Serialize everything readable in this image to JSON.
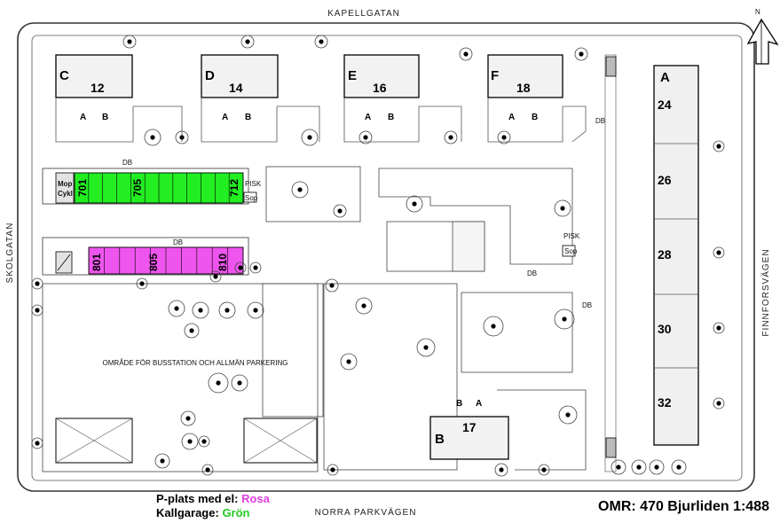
{
  "streets": {
    "north": "KAPELLGATAN",
    "west": "SKOLGATAN",
    "east": "FINNFORSVÄGEN",
    "south": "NORRA PARKVÄGEN"
  },
  "compass": {
    "label": "N"
  },
  "buildings": [
    {
      "letter": "C",
      "number": "12"
    },
    {
      "letter": "D",
      "number": "14"
    },
    {
      "letter": "E",
      "number": "16"
    },
    {
      "letter": "F",
      "number": "18"
    },
    {
      "letter": "B",
      "number": "17"
    }
  ],
  "building_a": {
    "letter": "A",
    "sections": [
      "24",
      "26",
      "28",
      "30",
      "32"
    ]
  },
  "entrance_labels": {
    "a": "A",
    "b": "B"
  },
  "garage_row": {
    "labels": [
      "701",
      "705",
      "712"
    ],
    "side_label_1": "Mop",
    "side_label_2": "Cykl",
    "db": "DB",
    "pisk": "PISK",
    "sop": "Sop"
  },
  "parking_row": {
    "labels": [
      "801",
      "805",
      "810"
    ],
    "db": "DB"
  },
  "courtyard": {
    "pisk": "PISK",
    "sop": "Sop",
    "db": "DB"
  },
  "misc_db": "DB",
  "bus_area": "OMRÅDE FÖR BUSSTATION OCH ALLMÄN PARKERING",
  "legend": {
    "el_label": "P-plats med el:",
    "el_value": "Rosa",
    "garage_label": "Kallgarage:",
    "garage_value": "Grön"
  },
  "omr": "OMR: 470 Bjurliden 1:488",
  "colors": {
    "green": "#22ee22",
    "pink": "#ee55ee"
  }
}
